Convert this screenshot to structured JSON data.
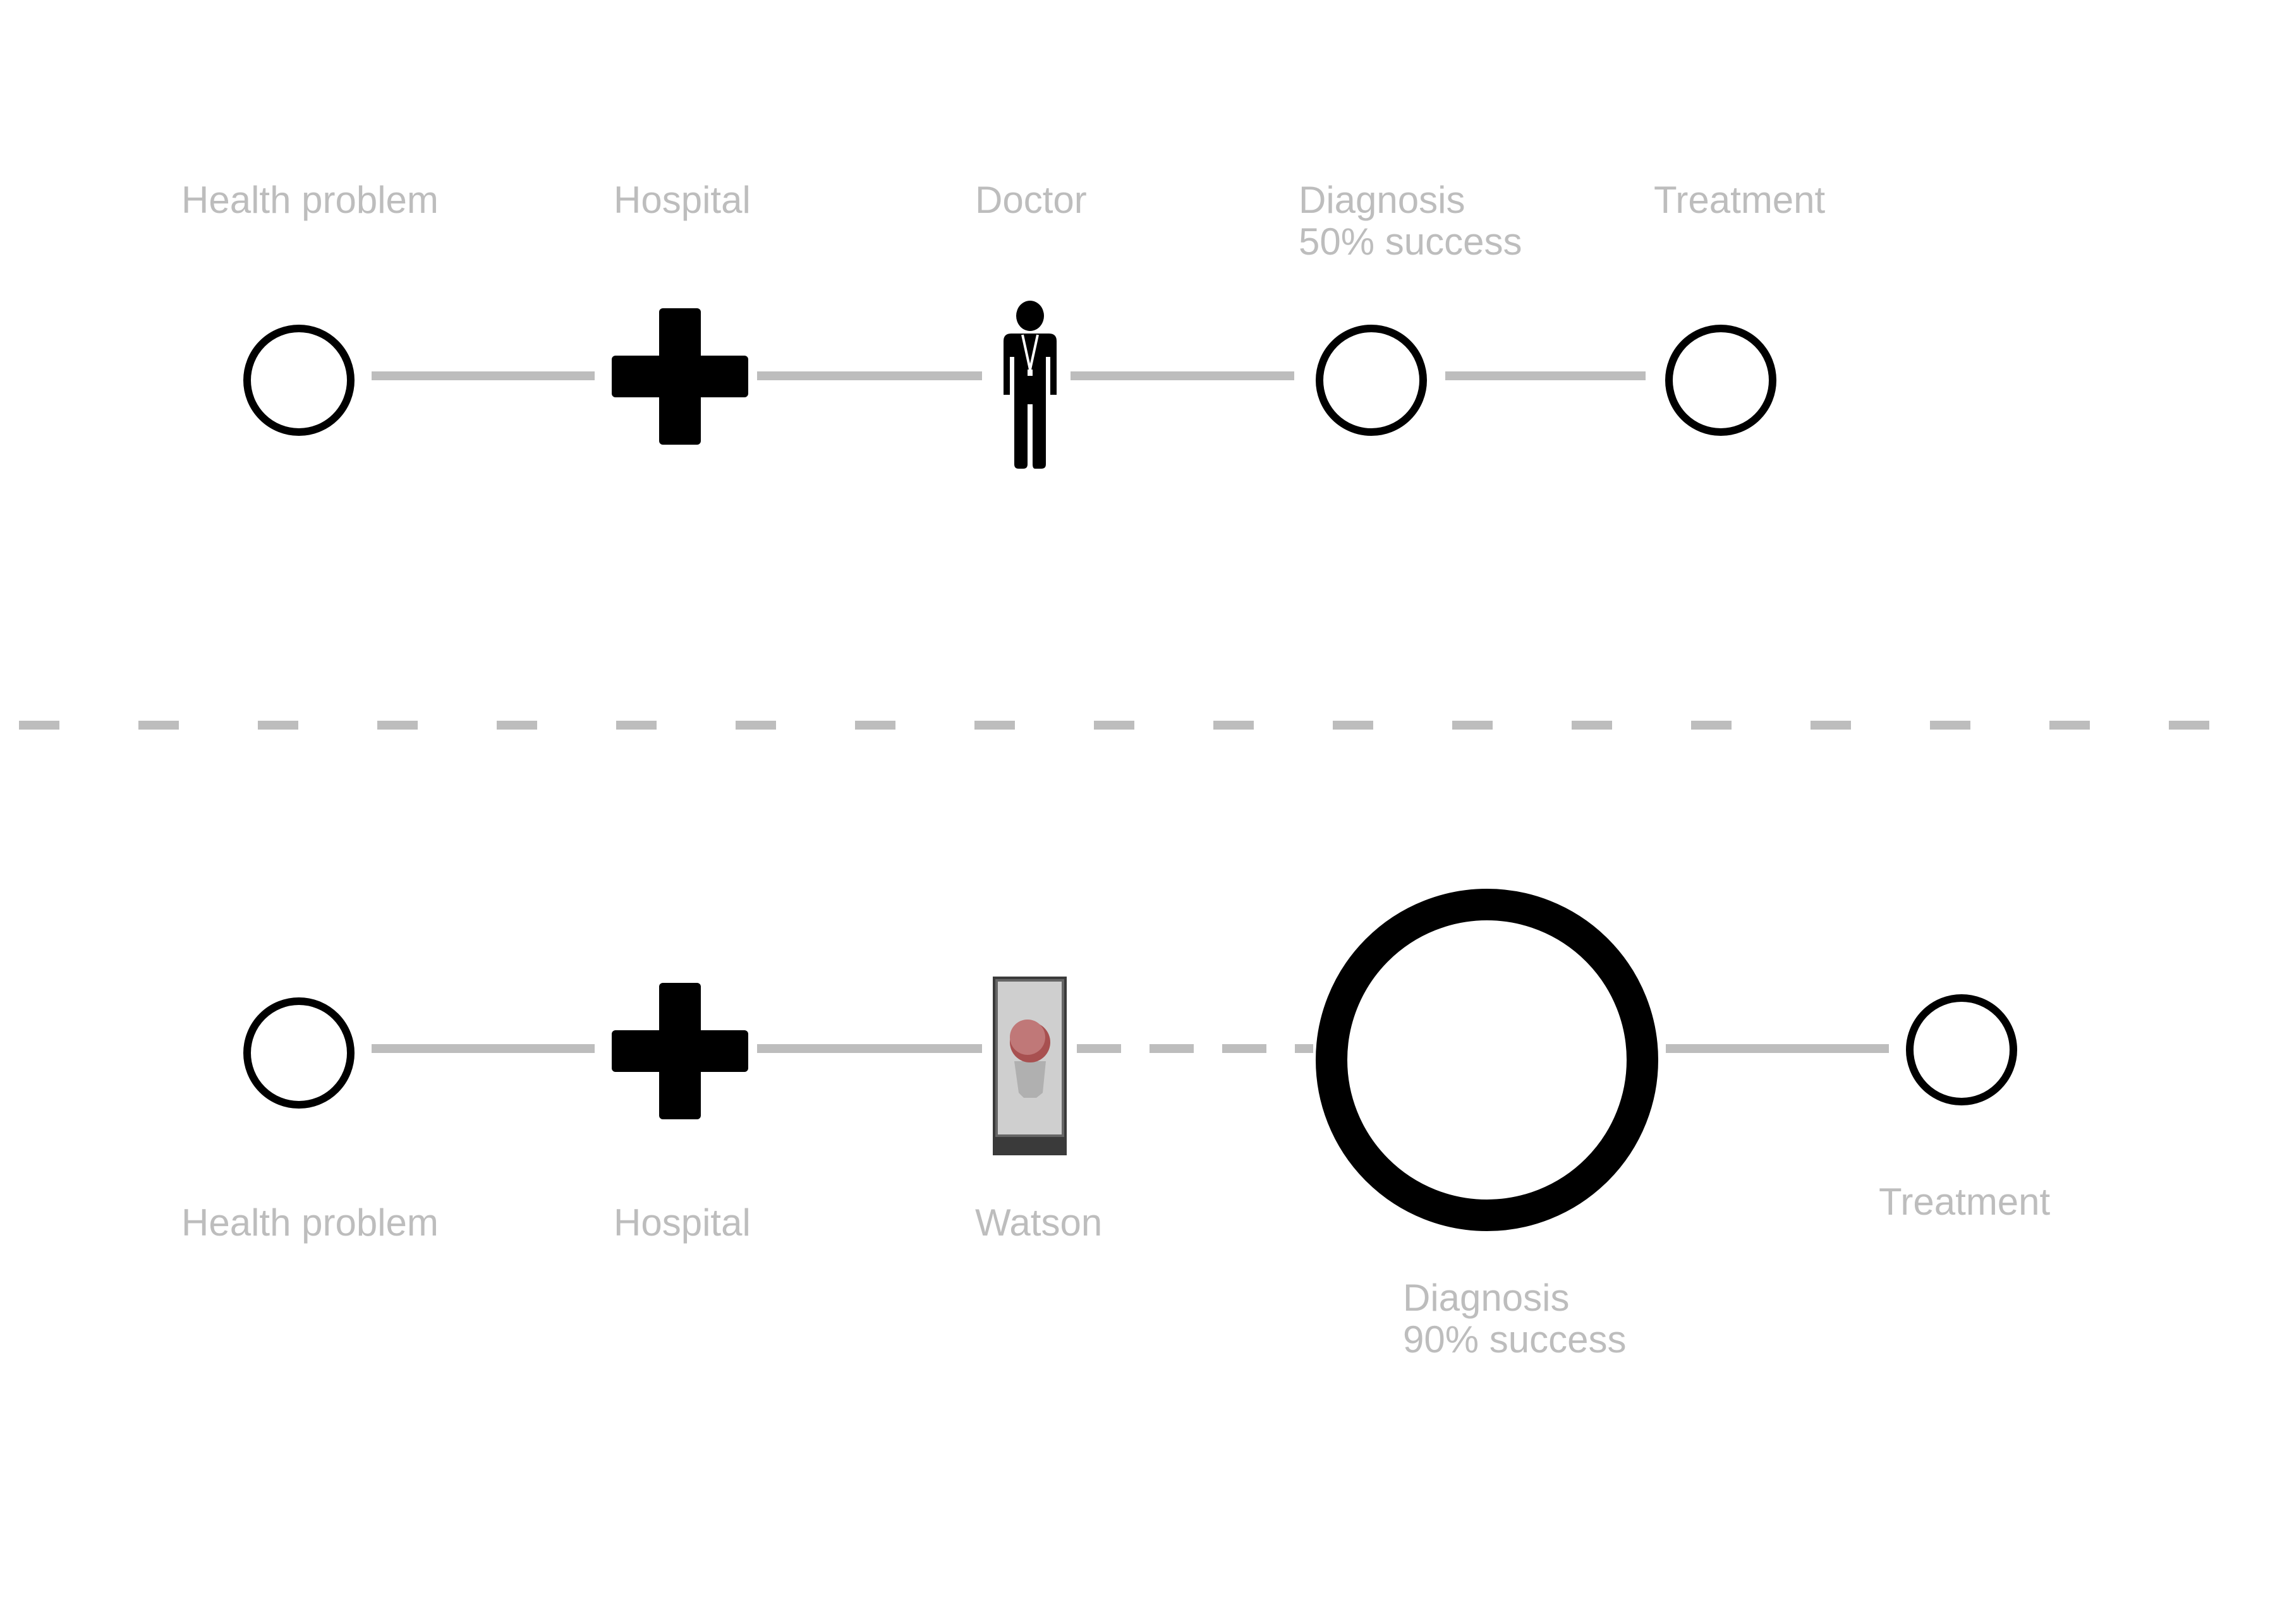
{
  "top_flow": {
    "steps": [
      {
        "label": "Health problem",
        "icon": "circle-icon"
      },
      {
        "label": "Hospital",
        "icon": "medical-cross-icon"
      },
      {
        "label": "Doctor",
        "icon": "doctor-icon"
      },
      {
        "label": "Diagnosis",
        "sublabel": "50% success",
        "icon": "circle-icon"
      },
      {
        "label": "Treatment",
        "icon": "circle-icon"
      }
    ]
  },
  "bottom_flow": {
    "steps": [
      {
        "label": "Health problem",
        "icon": "circle-icon"
      },
      {
        "label": "Hospital",
        "icon": "medical-cross-icon"
      },
      {
        "label": "Watson",
        "icon": "watson-device-icon"
      },
      {
        "label": "Diagnosis",
        "sublabel": "90% success",
        "icon": "large-circle-icon"
      },
      {
        "label": "Treatment",
        "icon": "circle-icon"
      }
    ]
  },
  "colors": {
    "line": "#bdbdbd",
    "icon": "#000000",
    "label": "#bdbdbd",
    "watson_red": "#c07070"
  }
}
